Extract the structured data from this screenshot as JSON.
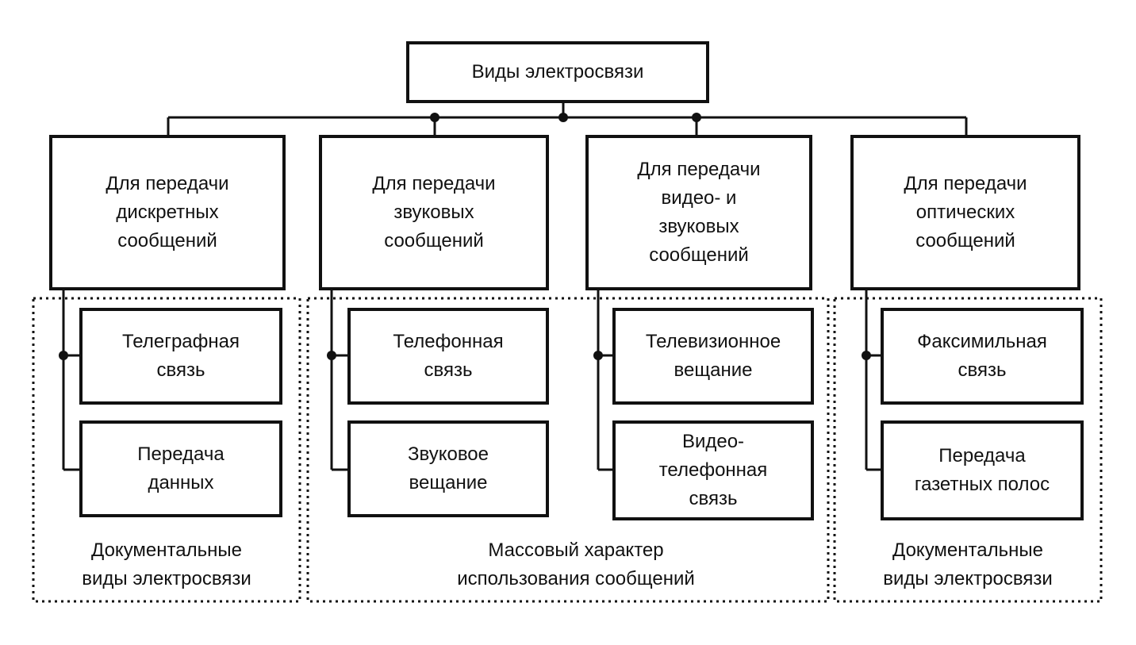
{
  "diagram": {
    "root": {
      "label": "Виды электросвязи"
    },
    "categories": [
      {
        "label": "Для передачи\nдискретных\nсообщений",
        "children": [
          "Телеграфная\nсвязь",
          "Передача\nданных"
        ]
      },
      {
        "label": "Для передачи\nзвуковых\nсообщений",
        "children": [
          "Телефонная\nсвязь",
          "Звуковое\nвещание"
        ]
      },
      {
        "label": "Для передачи\nвидео- и\nзвуковых\nсообщений",
        "children": [
          "Телевизионное\nвещание",
          "Видео-\nтелефонная\nсвязь"
        ]
      },
      {
        "label": "Для передачи\nоптических\nсообщений",
        "children": [
          "Факсимильная\nсвязь",
          "Передача\nгазетных полос"
        ]
      }
    ],
    "groups": [
      {
        "label": "Документальные\nвиды электросвязи"
      },
      {
        "label": "Массовый характер\nиспользования сообщений"
      },
      {
        "label": "Документальные\nвиды электросвязи"
      }
    ]
  }
}
